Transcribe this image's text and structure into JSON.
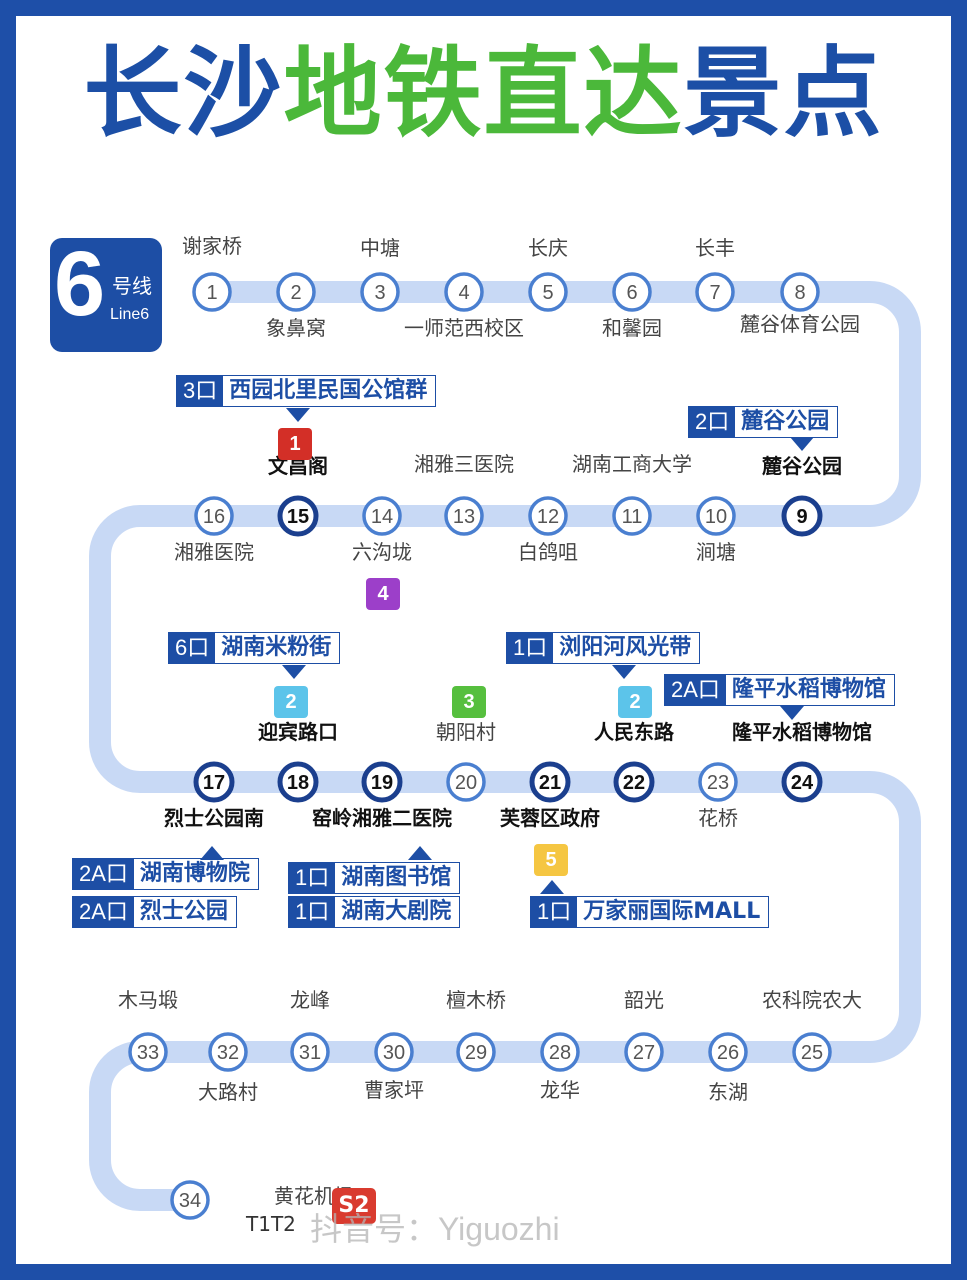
{
  "title": {
    "part1": "长沙",
    "part2": "地铁直达",
    "part3": "景点"
  },
  "line": {
    "number": "6",
    "name_zh": "号线",
    "name_en": "Line6",
    "color": "#1d4ea5",
    "track_color": "#c8d9f5"
  },
  "stations": [
    {
      "num": "1",
      "name": "谢家桥"
    },
    {
      "num": "2",
      "name": "象鼻窝"
    },
    {
      "num": "3",
      "name": "中塘"
    },
    {
      "num": "4",
      "name": "一师范西校区"
    },
    {
      "num": "5",
      "name": "长庆"
    },
    {
      "num": "6",
      "name": "和馨园"
    },
    {
      "num": "7",
      "name": "长丰"
    },
    {
      "num": "8",
      "name": "麓谷体育公园"
    },
    {
      "num": "9",
      "name": "麓谷公园"
    },
    {
      "num": "10",
      "name": "涧塘"
    },
    {
      "num": "11",
      "name": "湖南工商大学"
    },
    {
      "num": "12",
      "name": "白鸽咀"
    },
    {
      "num": "13",
      "name": "湘雅三医院"
    },
    {
      "num": "14",
      "name": "六沟垅"
    },
    {
      "num": "15",
      "name": "文昌阁"
    },
    {
      "num": "16",
      "name": "湘雅医院"
    },
    {
      "num": "17",
      "name": "烈士公园南"
    },
    {
      "num": "18",
      "name": "迎宾路口"
    },
    {
      "num": "19",
      "name": "窑岭湘雅二医院"
    },
    {
      "num": "20",
      "name": "朝阳村"
    },
    {
      "num": "21",
      "name": "芙蓉区政府"
    },
    {
      "num": "22",
      "name": "人民东路"
    },
    {
      "num": "23",
      "name": "花桥"
    },
    {
      "num": "24",
      "name": "隆平水稻博物馆"
    },
    {
      "num": "25",
      "name": "农科院农大"
    },
    {
      "num": "26",
      "name": "东湖"
    },
    {
      "num": "27",
      "name": "韶光"
    },
    {
      "num": "28",
      "name": "龙华"
    },
    {
      "num": "29",
      "name": "檀木桥"
    },
    {
      "num": "30",
      "name": "曹家坪"
    },
    {
      "num": "31",
      "name": "龙峰"
    },
    {
      "num": "32",
      "name": "大路村"
    },
    {
      "num": "33",
      "name": "木马塅"
    },
    {
      "num": "34",
      "name": "黄花机场"
    }
  ],
  "airport_terminal": "T1T2",
  "airport_badge": "S2",
  "transfers": [
    {
      "line": "1",
      "color": "#d32f27"
    },
    {
      "line": "4",
      "color": "#9c3fc9"
    },
    {
      "line": "2",
      "color": "#5cc4ea"
    },
    {
      "line": "3",
      "color": "#56bf3e"
    },
    {
      "line": "2",
      "color": "#5cc4ea"
    },
    {
      "line": "5",
      "color": "#f5c642"
    }
  ],
  "attractions": [
    {
      "exit": "3口",
      "name": "西园北里民国公馆群"
    },
    {
      "exit": "2口",
      "name": "麓谷公园"
    },
    {
      "exit": "6口",
      "name": "湖南米粉街"
    },
    {
      "exit": "1口",
      "name": "浏阳河风光带"
    },
    {
      "exit": "2A口",
      "name": "隆平水稻博物馆"
    },
    {
      "exit": "2A口",
      "name": "湖南博物院"
    },
    {
      "exit": "2A口",
      "name": "烈士公园"
    },
    {
      "exit": "1口",
      "name": "湖南图书馆"
    },
    {
      "exit": "1口",
      "name": "湖南大剧院"
    },
    {
      "exit": "1口",
      "name": "万家丽国际MALL"
    }
  ],
  "watermark": "抖音号：Yiguozhi"
}
